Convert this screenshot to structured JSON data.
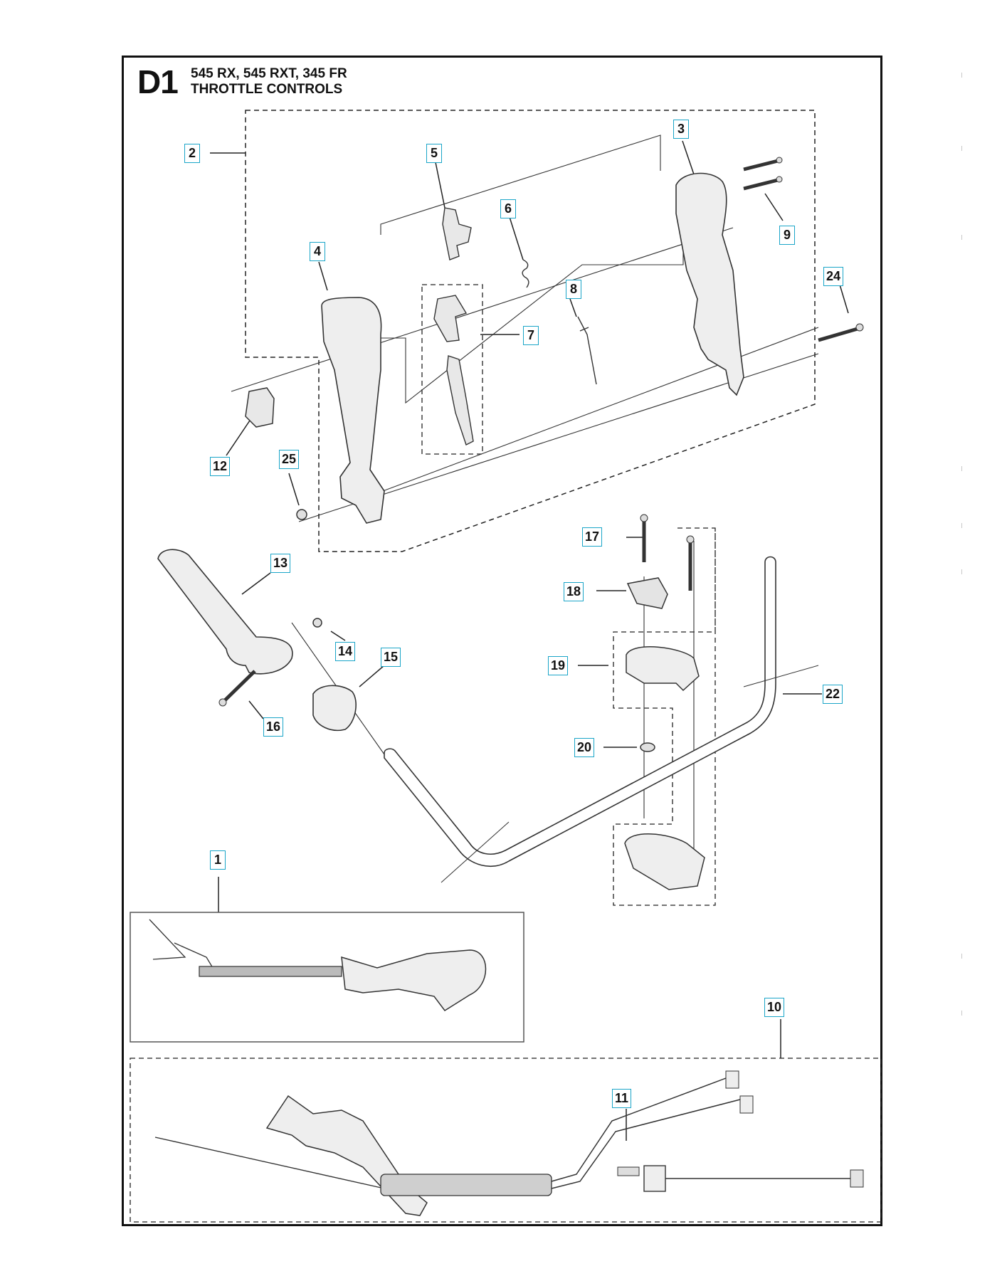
{
  "header": {
    "page_code": "D1",
    "models": "545 RX, 545 RXT, 345 FR",
    "section": "THROTTLE CONTROLS"
  },
  "callouts": {
    "c1": "1",
    "c2": "2",
    "c3": "3",
    "c4": "4",
    "c5": "5",
    "c6": "6",
    "c7": "7",
    "c8": "8",
    "c9": "9",
    "c10": "10",
    "c11": "11",
    "c12": "12",
    "c13": "13",
    "c14": "14",
    "c15": "15",
    "c16": "16",
    "c17": "17",
    "c18": "18",
    "c19": "19",
    "c20": "20",
    "c22": "22",
    "c24": "24",
    "c25": "25"
  },
  "colors": {
    "callout_border": "#1aa5c8",
    "ink": "#111111",
    "part_fill": "#e4e4e4"
  }
}
